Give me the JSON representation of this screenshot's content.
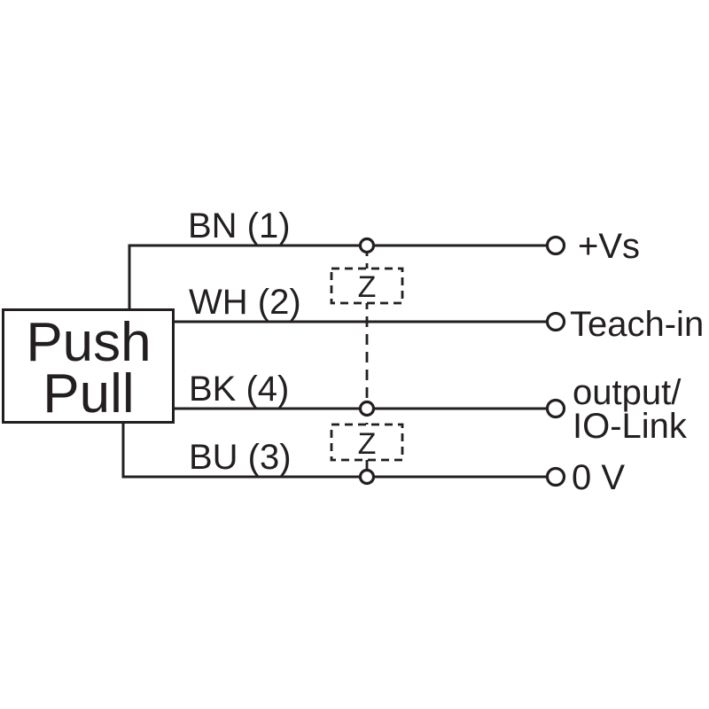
{
  "colors": {
    "line": "#231f20",
    "background": "#ffffff"
  },
  "device_box": {
    "label_line1": "Push",
    "label_line2": "Pull"
  },
  "wires": [
    {
      "wire_label": "BN (1)",
      "terminal_label": "+Vs"
    },
    {
      "wire_label": "WH (2)",
      "terminal_label": "Teach-in"
    },
    {
      "wire_label": "BK (4)",
      "terminal_label": "output/",
      "terminal_label_line2": "IO-Link"
    },
    {
      "wire_label": "BU (3)",
      "terminal_label": "0 V"
    }
  ],
  "zener": {
    "label": "Z"
  }
}
